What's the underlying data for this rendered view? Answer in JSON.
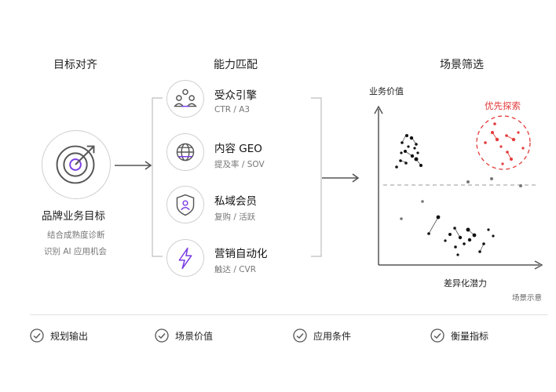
{
  "columns": {
    "goal_title": "目标对齐",
    "capability_title": "能力匹配",
    "scene_title": "场景筛选"
  },
  "goal": {
    "title": "品牌业务目标",
    "line1": "结合成熟度诊断",
    "line2": "识别 AI 应用机会"
  },
  "capabilities": [
    {
      "title": "受众引擎",
      "sub": "CTR / A3"
    },
    {
      "title": "内容 GEO",
      "sub": "提及率 / SOV"
    },
    {
      "title": "私域会员",
      "sub": "复购 / 活跃"
    },
    {
      "title": "营销自动化",
      "sub": "触达 / CVR"
    }
  ],
  "scene_chart": {
    "y_label": "业务价值",
    "x_label": "差异化潜力",
    "priority_label": "优先探索",
    "caption": "场景示意"
  },
  "footer": [
    {
      "label": "规划输出"
    },
    {
      "label": "场景价值"
    },
    {
      "label": "应用条件"
    },
    {
      "label": "衡量指标"
    }
  ],
  "colors": {
    "accent_purple": "#7b3fe4",
    "priority_red": "#e33b3b",
    "line_gray": "#555555",
    "border_gray": "#cfcfcf"
  }
}
